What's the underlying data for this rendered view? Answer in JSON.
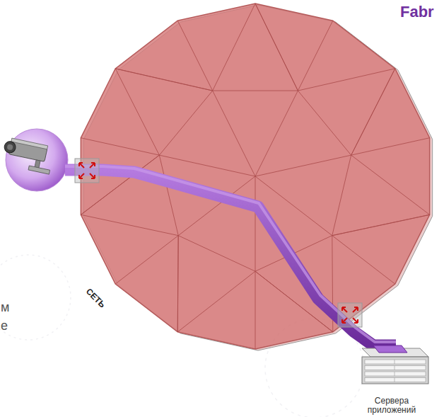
{
  "diagram": {
    "nodes": [
      {
        "text": [
          "СЕТЬ"
        ]
      },
      {
        "text": [
          "Сервера приложений"
        ]
      }
    ],
    "labels": [
      "Fabr",
      "м",
      "е"
    ]
  }
}
